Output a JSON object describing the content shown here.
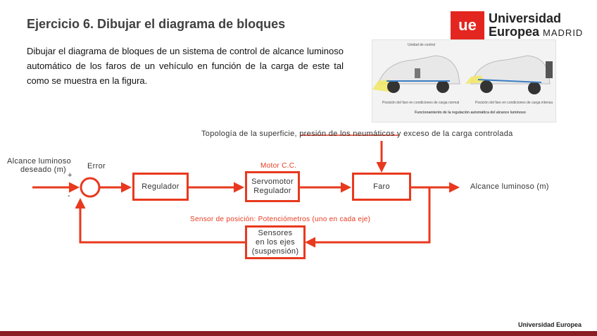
{
  "header": {
    "title": "Ejercicio 6. Dibujar el diagrama de bloques",
    "logo_mark": "ue",
    "logo_line1": "Universidad",
    "logo_line2": "Europea",
    "logo_line2_sub": "MADRID"
  },
  "description": "Dibujar el diagrama de bloques de un sistema de control de alcance luminoso automático de los faros de un vehículo en función de la carga de este tal como se muestra en la figura.",
  "figure": {
    "label_unit": "Unidad de control",
    "caption_left": "Posición del faro en condiciones de carga normal",
    "caption_right": "Posición del faro en condiciones de carga intensa",
    "caption_bottom": "Funcionamiento de la regulación automática del alcance luminoso"
  },
  "diagram": {
    "disturbance_prefix": "Topología de la superficie,",
    "disturbance_struck": "presión de los neumáticos",
    "disturbance_suffix": "y exceso de la carga controlada",
    "input_line1": "Alcance luminoso",
    "input_line2": "deseado (m)",
    "error_label": "Error",
    "plus_sign": "+",
    "minus_sign": "-",
    "motor_label": "Motor C.C.",
    "sensor_label": "Sensor de posición: Potenciómetros (uno en cada eje)",
    "output_label": "Alcance luminoso (m)",
    "blocks": {
      "regulador": "Regulador",
      "servomotor": "Servomotor\nRegulador",
      "faro": "Faro",
      "sensores": "Sensores\nen los ejes\n(suspensión)"
    },
    "colors": {
      "accent": "#e8391e"
    }
  },
  "footer": {
    "text": "Universidad Europea"
  }
}
